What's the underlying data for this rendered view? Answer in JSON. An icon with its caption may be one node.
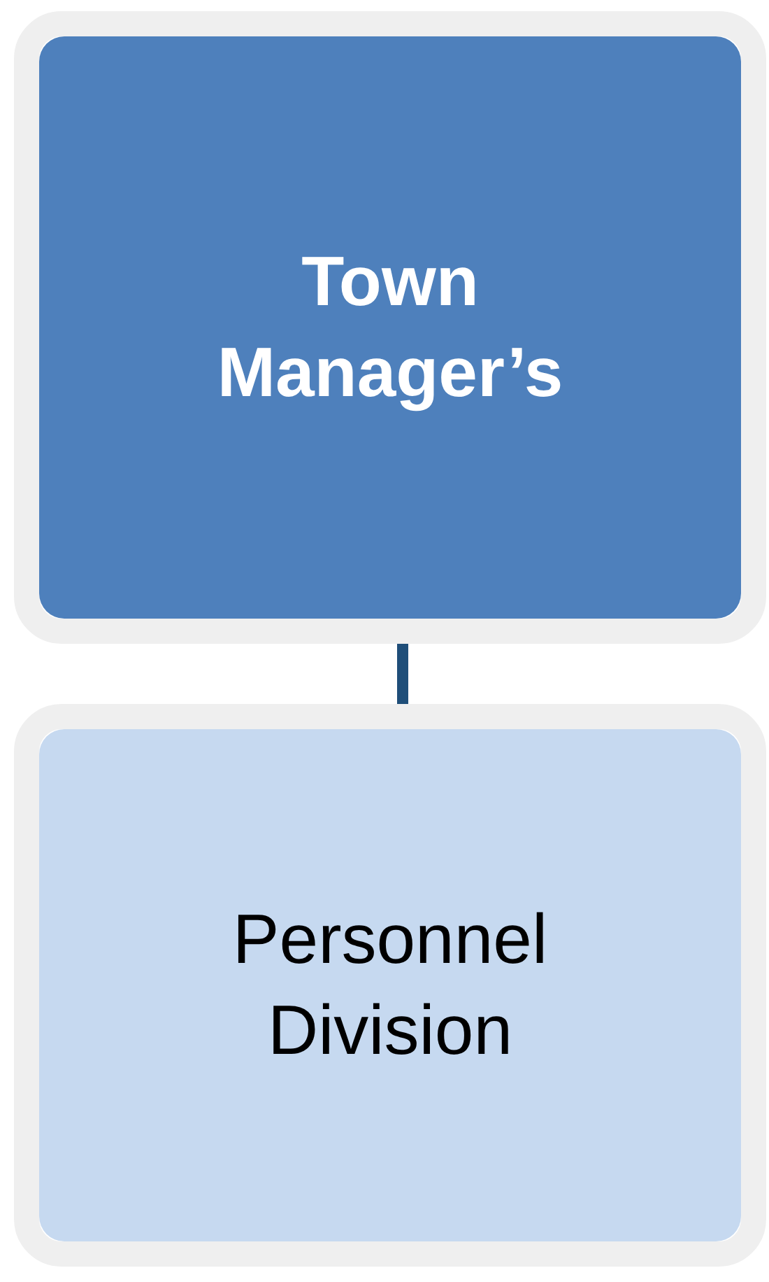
{
  "diagram": {
    "nodes": [
      {
        "text": [
          "Town Manager’s"
        ]
      },
      {
        "text": [
          "Personnel Division"
        ]
      }
    ],
    "edges": [
      {
        "from": 0,
        "to": 1,
        "arrow": "none"
      }
    ]
  }
}
